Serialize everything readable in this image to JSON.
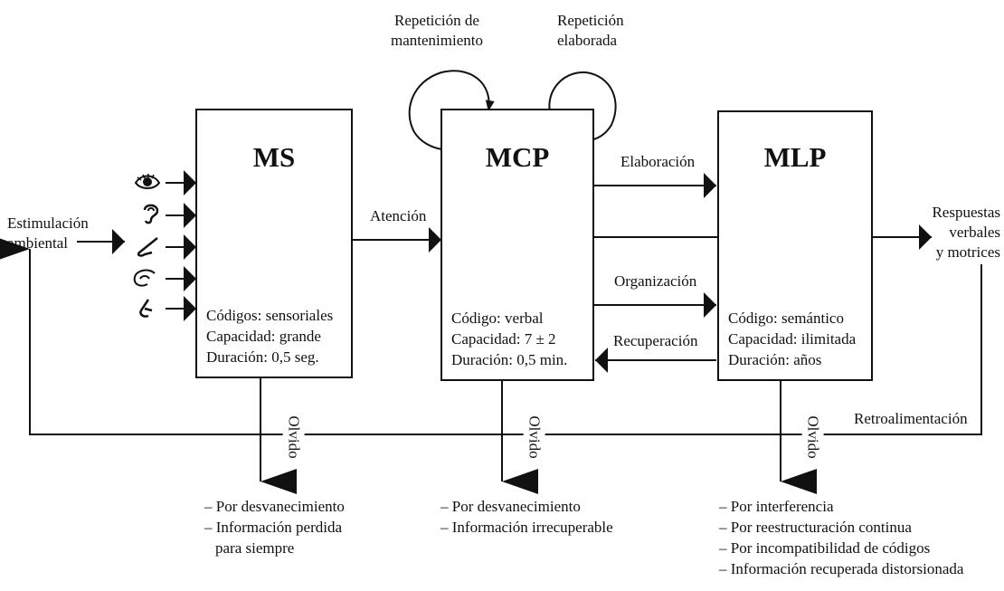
{
  "input": {
    "line1": "Estimulación",
    "line2": "ambiental"
  },
  "sensory_icons": [
    "eye-icon",
    "ear-icon",
    "nose-icon",
    "hand-icon",
    "tongue-icon"
  ],
  "ms": {
    "title": "MS",
    "code": "Códigos: sensoriales",
    "capacity": "Capacidad: grande",
    "duration": "Duración: 0,5 seg."
  },
  "mcp": {
    "title": "MCP",
    "code": "Código: verbal",
    "capacity": "Capacidad: 7 ± 2",
    "duration": "Duración: 0,5 min."
  },
  "mlp": {
    "title": "MLP",
    "code": "Código: semántico",
    "capacity": "Capacidad: ilimitada",
    "duration": "Duración: años"
  },
  "loops": {
    "maintenance": {
      "line1": "Repetición de",
      "line2": "mantenimiento"
    },
    "elaborated": {
      "line1": "Repetición",
      "line2": "elaborada"
    }
  },
  "links": {
    "attention": "Atención",
    "elaboration": "Elaboración",
    "organization": "Organización",
    "retrieval": "Recuperación",
    "feedback": "Retroalimentación"
  },
  "output": {
    "line1": "Respuestas",
    "line2": "verbales",
    "line3": "y motrices"
  },
  "forgetting": {
    "label": "Olvido",
    "ms": [
      "– Por desvanecimiento",
      "– Información perdida",
      "para siempre"
    ],
    "mcp": [
      "– Por desvanecimiento",
      "– Información irrecuperable"
    ],
    "mlp": [
      "– Por interferencia",
      "– Por reestructuración continua",
      "– Por incompatibilidad de códigos",
      "– Información recuperada distorsionada"
    ]
  }
}
